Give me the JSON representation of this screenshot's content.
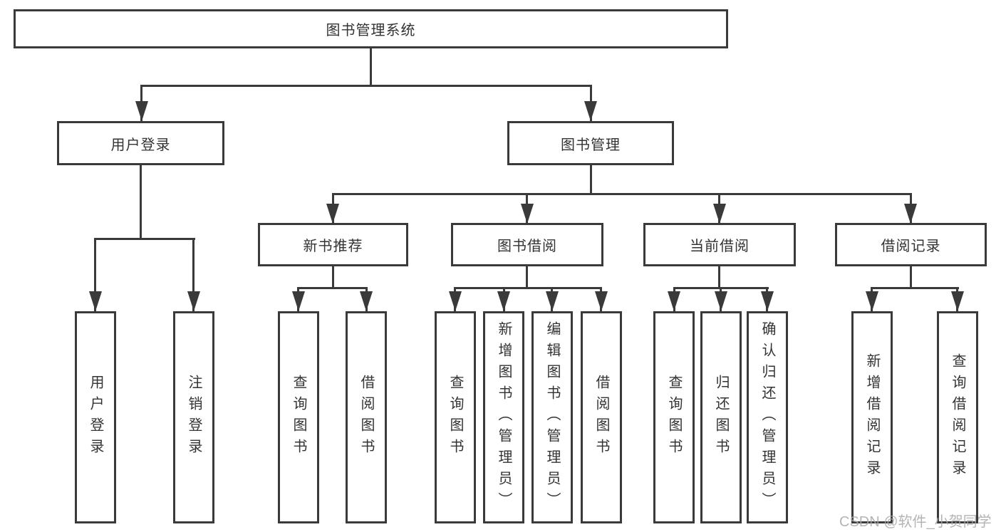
{
  "tree": {
    "root": {
      "label": "图书管理系统"
    },
    "level2": [
      {
        "label": "用户登录"
      },
      {
        "label": "图书管理"
      }
    ],
    "level3": [
      {
        "label": "新书推荐"
      },
      {
        "label": "图书借阅"
      },
      {
        "label": "当前借阅"
      },
      {
        "label": "借阅记录"
      }
    ],
    "leaves": [
      "用户登录",
      "注销登录",
      "查询图书",
      "借阅图书",
      "查询图书",
      "新增图书（管理员）",
      "编辑图书（管理员）",
      "借阅图书",
      "查询图书",
      "归还图书",
      "确认归还（管理员）",
      "新增借阅记录",
      "查询借阅记录"
    ]
  },
  "watermark": "CSDN @软件_小贺同学",
  "colors": {
    "line": "#3a3a3a",
    "text": "#333333",
    "background": "#ffffff",
    "watermark": "#a8a8a8"
  }
}
